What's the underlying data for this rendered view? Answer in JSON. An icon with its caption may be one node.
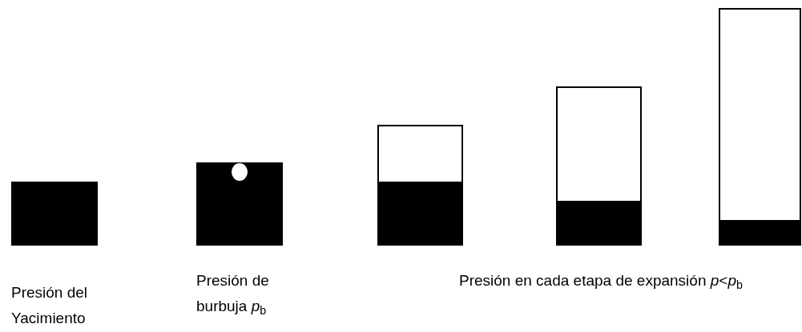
{
  "diagram": {
    "labels": [
      "Presión del Yacimiento",
      "Presión de burbuja *p*$_{b}$",
      "Presión en cada etapa de expansión *p*<*p*$_{b}$"
    ]
  }
}
